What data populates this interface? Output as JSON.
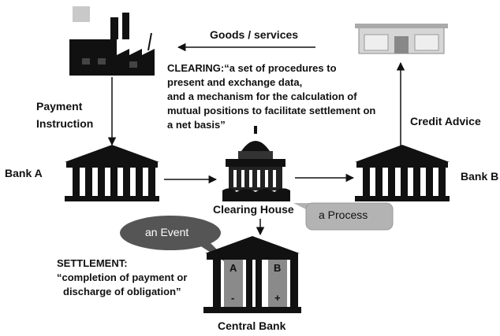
{
  "labels": {
    "goods_services": "Goods / services",
    "payment_instruction_1": "Payment",
    "payment_instruction_2": "Instruction",
    "credit_advice": "Credit Advice",
    "bank_a": "Bank A",
    "bank_b": "Bank B",
    "clearing_house": "Clearing House",
    "central_bank": "Central Bank",
    "vault_a": "A",
    "vault_b": "B",
    "vault_minus": "-",
    "vault_plus": "+"
  },
  "clearing": {
    "heading": "CLEARING:",
    "line1": "“a set of procedures to",
    "line2": "present and exchange data,",
    "line3": "and a mechanism for the calculation of",
    "line4": "mutual positions to facilitate settlement on",
    "line5": "a net basis”"
  },
  "settlement": {
    "heading": "SETTLEMENT:",
    "line1": "“completion of payment or",
    "line2": "discharge of obligation”"
  },
  "bubbles": {
    "event": "an Event",
    "process": "a Process"
  },
  "colors": {
    "ink": "#111111",
    "event_bubble": "#555555",
    "process_bubble": "#b3b3b3",
    "shop": "#cfcfcf"
  }
}
